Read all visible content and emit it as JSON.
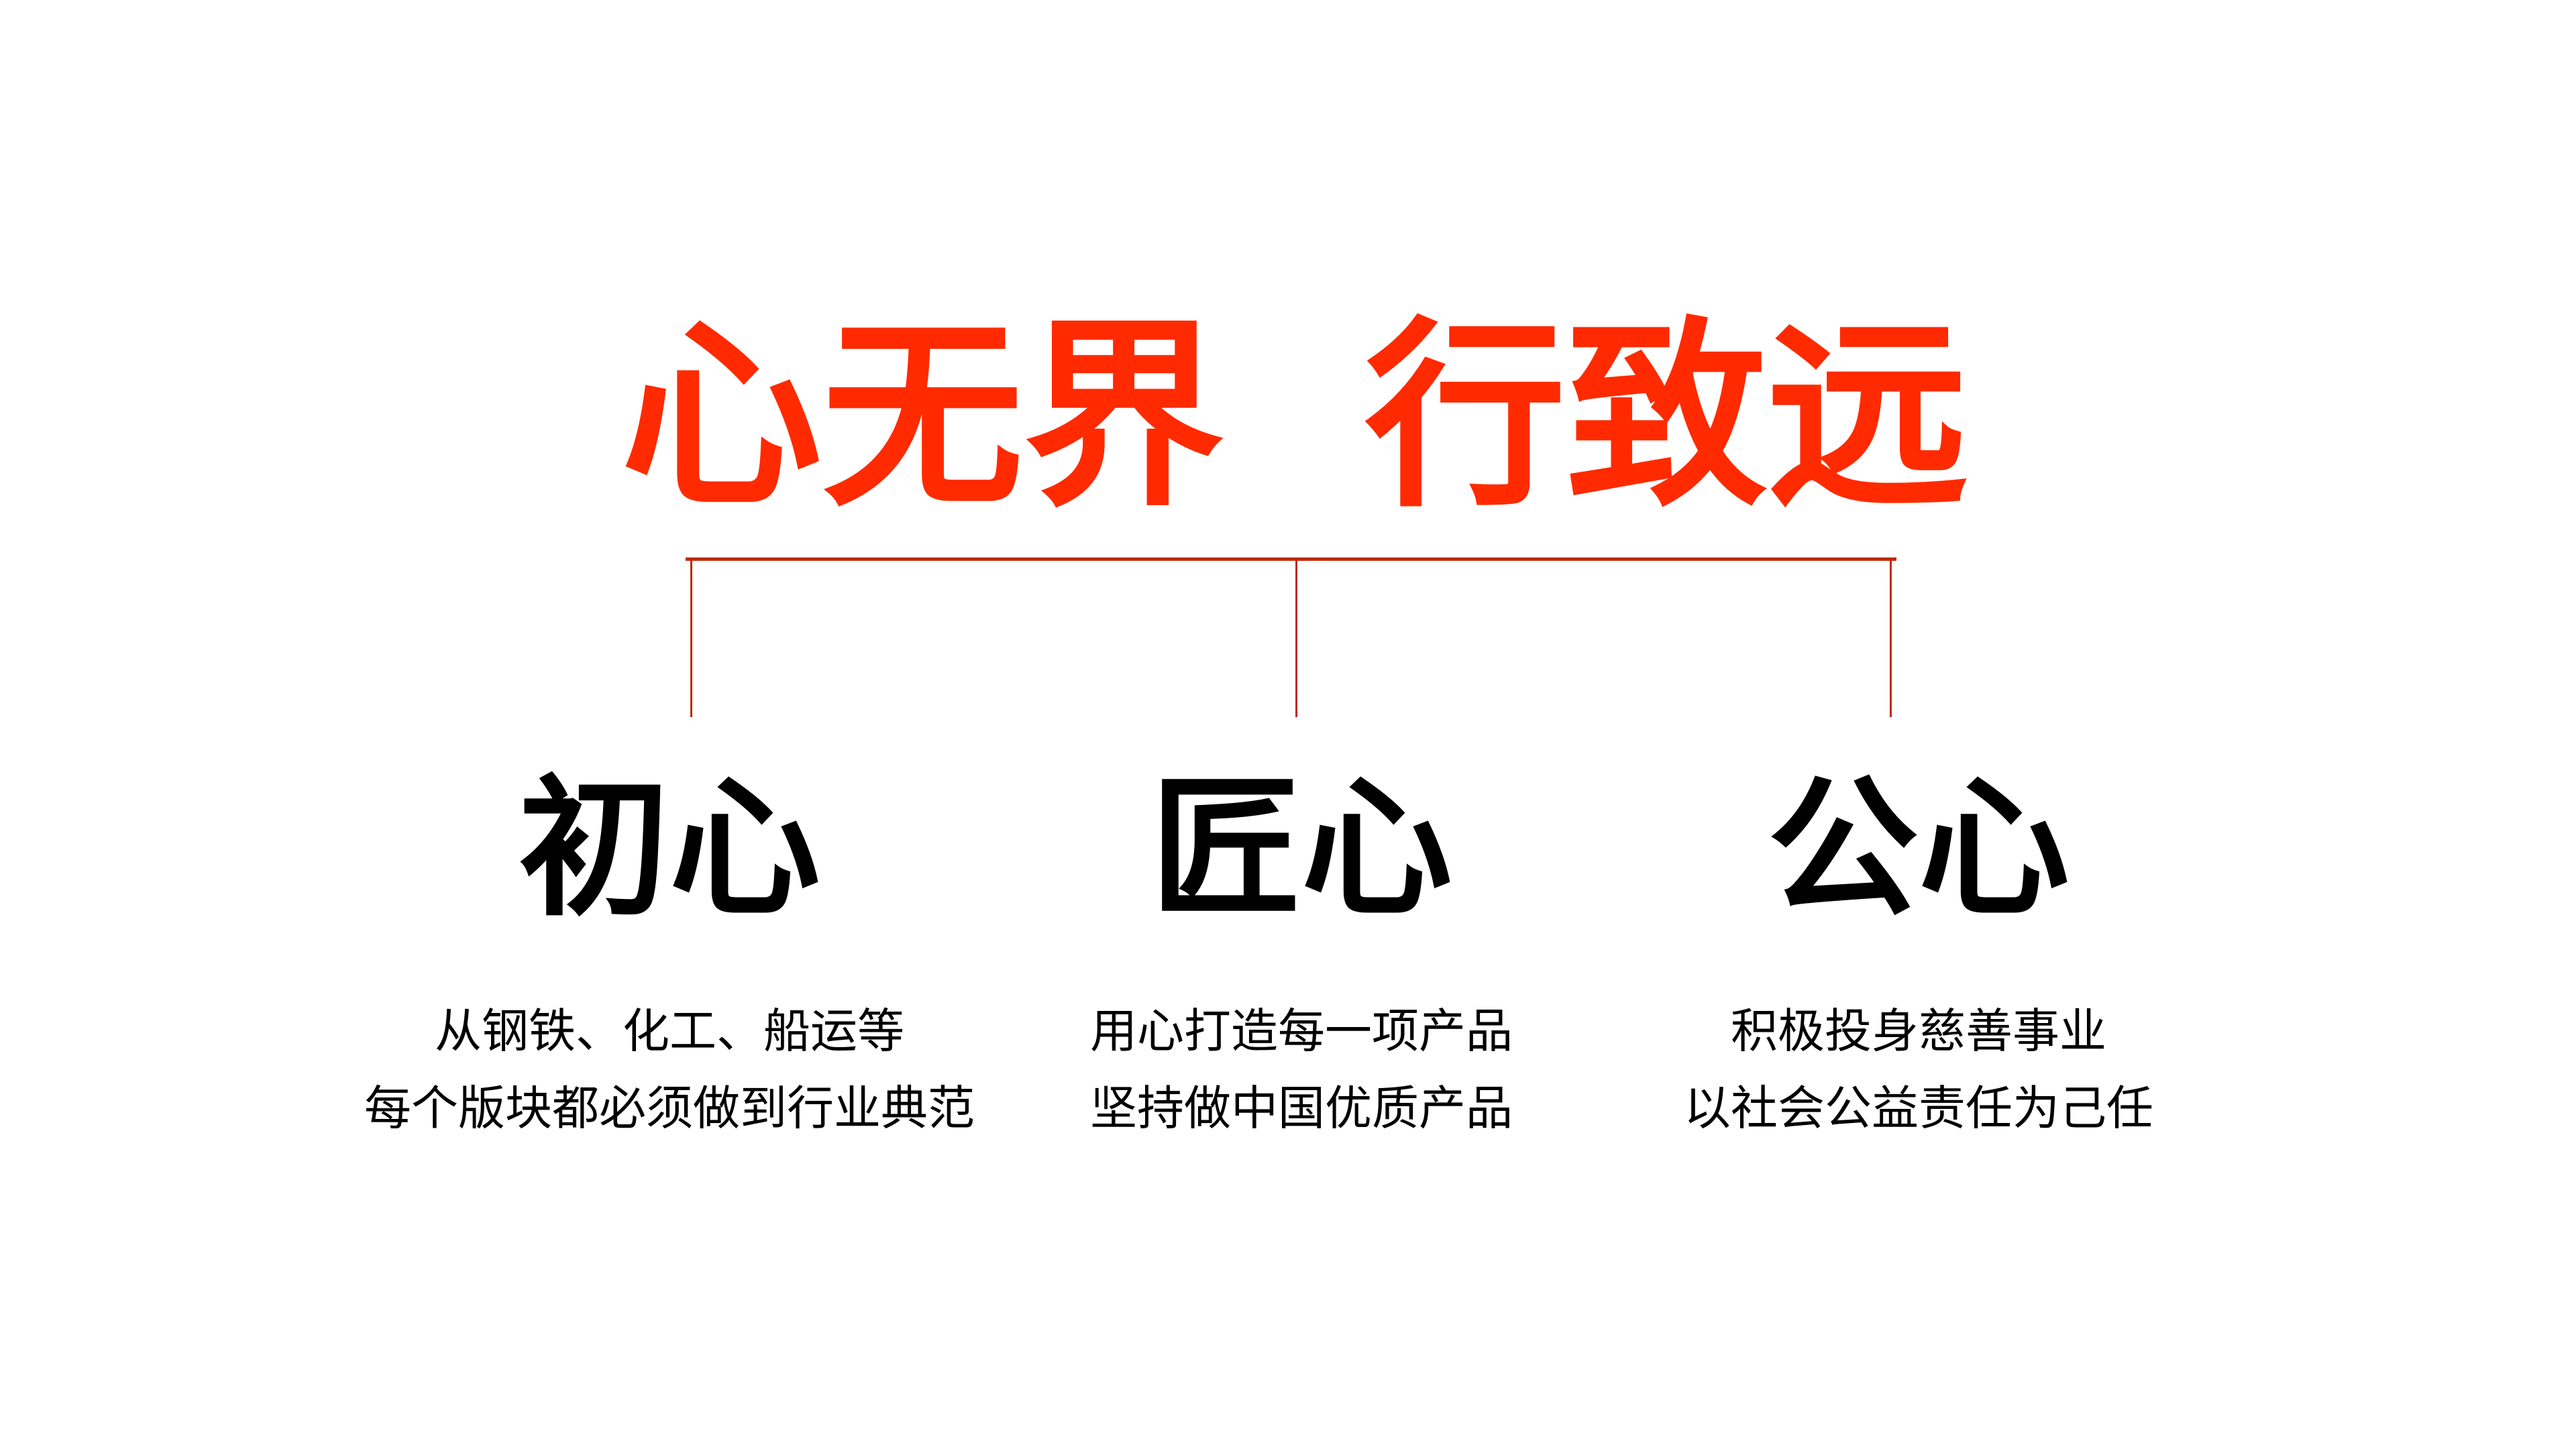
{
  "title": "心无界  行致远",
  "colors": {
    "title": "#ff2a00",
    "connector": "#bf2a0a",
    "text": "#000000",
    "background": "#ffffff"
  },
  "columns": [
    {
      "heading": "初心",
      "lines": [
        "从钢铁、化工、船运等",
        "每个版块都必须做到行业典范"
      ]
    },
    {
      "heading": "匠心",
      "lines": [
        "用心打造每一项产品",
        "坚持做中国优质产品"
      ]
    },
    {
      "heading": "公心",
      "lines": [
        "积极投身慈善事业",
        "以社会公益责任为己任"
      ]
    }
  ]
}
